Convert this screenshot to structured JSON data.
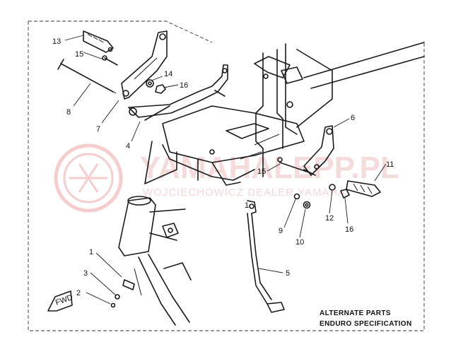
{
  "watermark": {
    "main_text": "YAMAHALEPP.PL",
    "sub_text": "WOJCIECHOWICZ   DEALER YAMAHA"
  },
  "callouts": [
    "13",
    "15",
    "14",
    "16",
    "8",
    "7",
    "4",
    "6",
    "11",
    "15",
    "12",
    "16",
    "9",
    "10",
    "1",
    "5",
    "1",
    "3",
    "2"
  ],
  "fwd_label": "FWD",
  "note": {
    "line1": "ALTERNATE PARTS",
    "line2": "ENDURO SPECIFICATION"
  },
  "colors": {
    "ink": "#1a1a1a",
    "watermark": "#e79a9a"
  }
}
